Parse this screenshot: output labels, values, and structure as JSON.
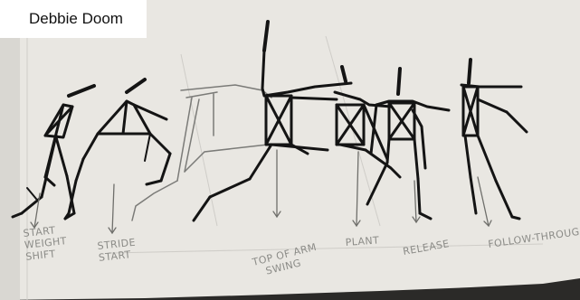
{
  "caption": "Debbie Doom",
  "phases": [
    {
      "id": "start-weight-shift",
      "lines": [
        "START",
        "WEIGHT",
        "SHIFT"
      ]
    },
    {
      "id": "stride-start",
      "lines": [
        "STRIDE",
        "START"
      ]
    },
    {
      "id": "top-of-arm-swing",
      "lines": [
        "TOP OF ARM",
        "SWING"
      ]
    },
    {
      "id": "plant",
      "lines": [
        "PLANT"
      ]
    },
    {
      "id": "release",
      "lines": [
        "RELEASE"
      ]
    },
    {
      "id": "follow-through",
      "lines": [
        "FOLLOW-THROUGH"
      ]
    }
  ],
  "colors": {
    "paper": "#e9e7e2",
    "ink": "#141414",
    "pencil": "#7b7b78",
    "label": "#8b8b87"
  }
}
